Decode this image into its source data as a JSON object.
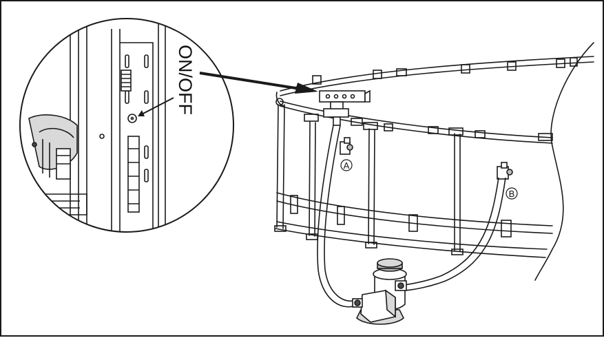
{
  "labels": {
    "switch": "ON/OFF",
    "port_a": "A",
    "port_b": "B"
  },
  "colors": {
    "line": "#1a1a1a",
    "fill_light": "#d9d9d9",
    "fill_mid": "#bdbdbd",
    "fill_dark": "#4a4a4a"
  }
}
